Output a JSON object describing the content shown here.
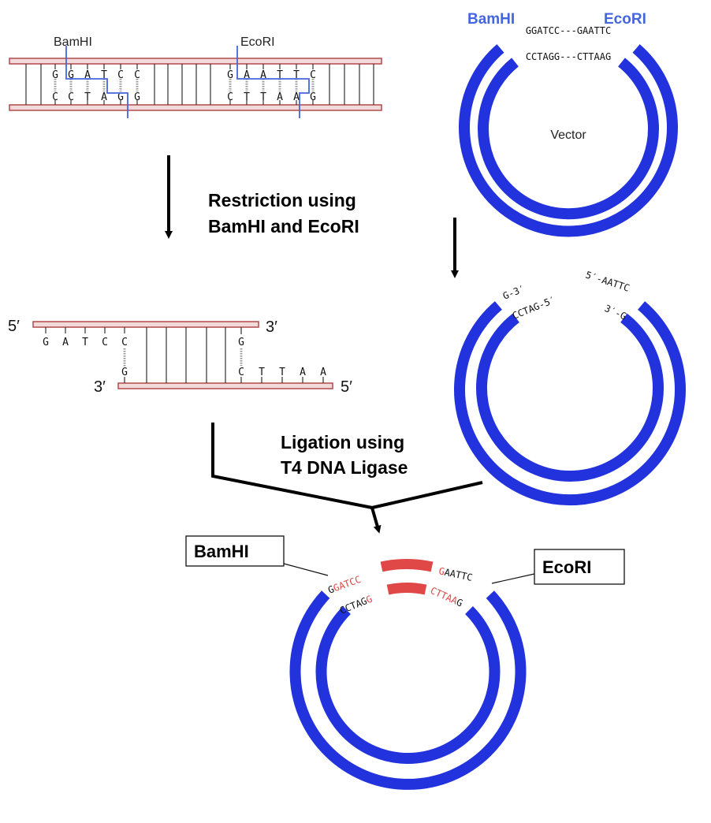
{
  "colors": {
    "vector_blue": "#2233dd",
    "insert_red": "#e04848",
    "strand_fill": "#f2dada",
    "strand_edge": "#b24a4a",
    "site_line": "#4466dd",
    "label_blue": "#4466dd"
  },
  "top_fragment": {
    "label_bamhi": "BamHI",
    "label_ecori": "EcoRI",
    "top_bases": [
      "G",
      "G",
      "A",
      "T",
      "C",
      "C",
      "G",
      "A",
      "A",
      "T",
      "T",
      "C"
    ],
    "bottom_bases": [
      "C",
      "C",
      "T",
      "A",
      "G",
      "G",
      "C",
      "T",
      "T",
      "A",
      "A",
      "G"
    ]
  },
  "vector_top": {
    "label_bamhi": "BamHI",
    "label_ecori": "EcoRI",
    "outer_seq": "GGATCC---GAATTC",
    "inner_seq": "CCTAGG---CTTAAG",
    "center_label": "Vector"
  },
  "step1": {
    "line1": "Restriction using",
    "line2": "BamHI and EcoRI"
  },
  "cut_fragment": {
    "end_5_left": "5′",
    "end_3_right_top": "3′",
    "end_3_left_bottom": "3′",
    "end_5_right_bottom": "5′",
    "top_overhang": [
      "G",
      "A",
      "T",
      "C",
      "C"
    ],
    "top_right_base": "G",
    "bottom_left_base": "G",
    "bottom_bases": [
      "C",
      "T",
      "T",
      "A",
      "A"
    ]
  },
  "cut_vector": {
    "left_outer": "G-3′",
    "left_inner": "CCTAG-5′",
    "right_outer": "5′-AATTC",
    "right_inner": "3′-G"
  },
  "step2": {
    "line1": "Ligation using",
    "line2": "T4 DNA Ligase"
  },
  "product": {
    "callout_bamhi": "BamHI",
    "callout_ecori": "EcoRI",
    "outer_left_black": "G",
    "outer_left_red": "GATCC",
    "outer_right_red": "G",
    "outer_right_black": "AATTC",
    "inner_left_black": "CCTAG",
    "inner_left_red": "G",
    "inner_right_red": "CTTAA",
    "inner_right_black": "G"
  }
}
